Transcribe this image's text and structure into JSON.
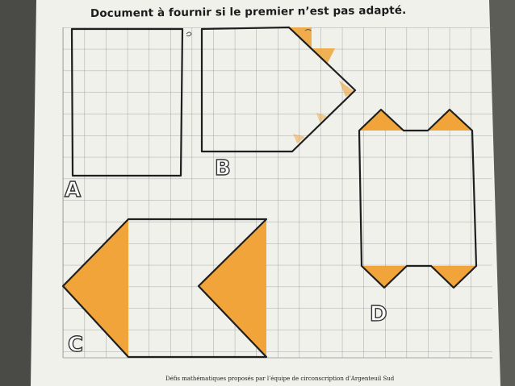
{
  "page": {
    "title": "Document à fournir si le premier n’est pas adapté.",
    "footer": "Défis mathématiques proposés par l’équipe de circonscription d’Argenteuil Sud"
  },
  "figures": [
    {
      "label": "A"
    },
    {
      "label": "B"
    },
    {
      "label": "C"
    },
    {
      "label": "D"
    }
  ],
  "colors": {
    "paper": "#f3f3ef",
    "grid": "#8f8f8f",
    "outline": "#1f1f1f",
    "shading": "#f0a43a"
  }
}
